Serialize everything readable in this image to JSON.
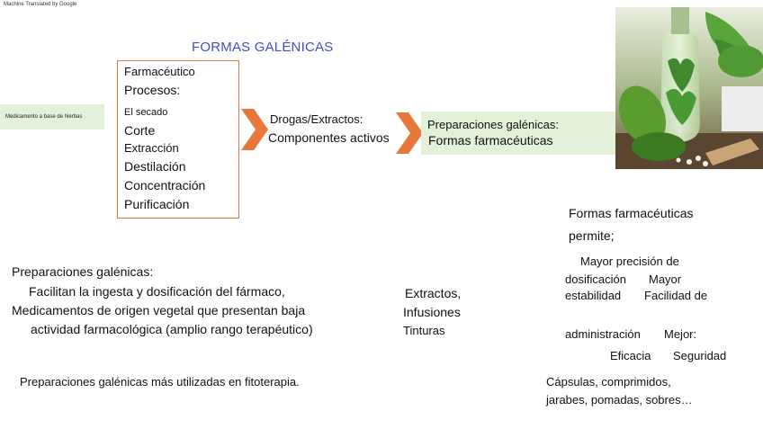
{
  "machine_translated": "Machine Translated by Google",
  "title": "FORMAS GALÉNICAS",
  "left_label": "Medicamento a base de hierbas",
  "process": {
    "header": "Farmacéutico",
    "processes_label": "Procesos:",
    "steps": [
      "El secado",
      "Corte",
      "Extracción",
      "Destilación",
      "Concentración",
      "Purificación"
    ]
  },
  "drugs": {
    "line1": "Drogas/Extractos:",
    "line2": "Componentes activos"
  },
  "preparations": {
    "line1": "Preparaciones galénicas:",
    "line2": "Formas farmacéuticas"
  },
  "galenic_text": {
    "heading": "Preparaciones galénicas:",
    "line1": "Facilitan la ingesta y dosificación del fármaco,",
    "line2": "Medicamentos de origen vegetal que presentan baja",
    "line3": "actividad farmacológica (amplio rango terapéutico)"
  },
  "extract_types": [
    "Extractos,",
    "Infusiones",
    "Tinturas"
  ],
  "footer_left": "Preparaciones galénicas más utilizadas en fitoterapia.",
  "forms_allow": {
    "line1": "Formas farmacéuticas",
    "line2": "permite;",
    "b1": "Mayor precisión de",
    "b2a": "dosificación",
    "b2b": "Mayor",
    "b3a": "estabilidad",
    "b3b": "Facilidad de",
    "b4a": "administración",
    "b4b": "Mejor:",
    "b5a": "Eficacia",
    "b5b": "Seguridad"
  },
  "dosage_forms": {
    "line1": "Cápsulas, comprimidos,",
    "line2": "jarabes, pomadas, sobres…"
  },
  "colors": {
    "title": "#3c4fd6",
    "arrow": "#e7783a",
    "box_border": "#e7783a",
    "green_bg": "#e3f1d9"
  }
}
